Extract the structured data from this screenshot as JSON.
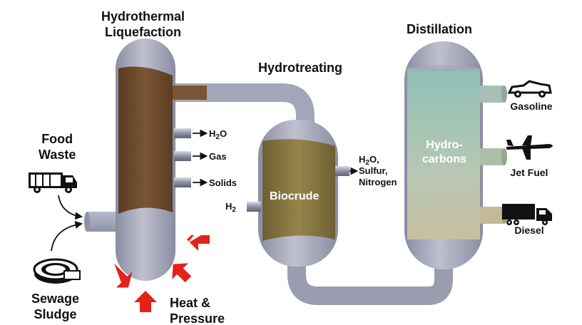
{
  "titles": {
    "htl": [
      "Hydrothermal",
      "Liquefaction"
    ],
    "hydrotreating": "Hydrotreating",
    "distillation": "Distillation"
  },
  "inputs": {
    "food": [
      "Food",
      "Waste"
    ],
    "sewage": [
      "Sewage",
      "Sludge"
    ],
    "heat": [
      "Heat &",
      "Pressure"
    ]
  },
  "htl_outputs": [
    {
      "main": "H",
      "sub": "2",
      "rest": "O"
    },
    {
      "main": "Gas"
    },
    {
      "main": "Solids"
    }
  ],
  "reactor": {
    "h2_input": {
      "main": "H",
      "sub": "2"
    },
    "label": "Biocrude",
    "outputs": [
      "H",
      "2",
      "O,",
      "Sulfur,",
      "Nitrogen"
    ]
  },
  "column": {
    "label": [
      "Hydro-",
      "carbons"
    ]
  },
  "products": [
    "Gasoline",
    "Jet Fuel",
    "Diesel"
  ],
  "colors": {
    "vessel": "#a9abbd",
    "vessel_dark": "#7c7e95",
    "biomass": "#6b4a2b",
    "biocrude": "#84743f",
    "hydrocarbons": "#9cc4b4",
    "heat_arrow": "#e2231a"
  },
  "icons": [
    "garbage-truck-icon",
    "sewage-tank-icon",
    "car-icon",
    "airplane-icon",
    "truck-icon"
  ]
}
